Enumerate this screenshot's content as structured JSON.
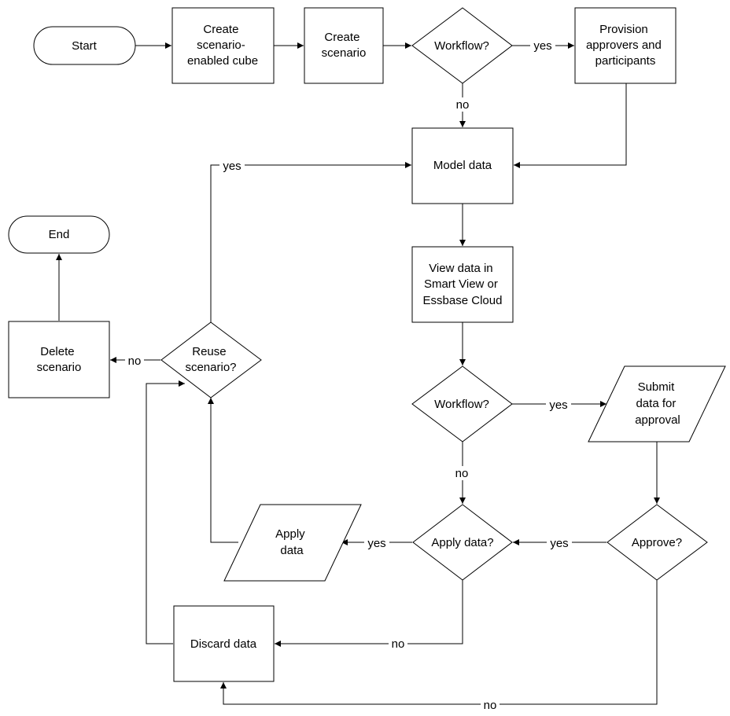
{
  "nodes": {
    "start": [
      "Start"
    ],
    "create_cube": [
      "Create",
      "scenario-",
      "enabled cube"
    ],
    "create_scenario": [
      "Create",
      "scenario"
    ],
    "workflow_1": [
      "Workflow?"
    ],
    "provision": [
      "Provision",
      "approvers and",
      "participants"
    ],
    "model_data": [
      "Model data"
    ],
    "view_data": [
      "View data in",
      "Smart View or",
      "Essbase Cloud"
    ],
    "workflow_2": [
      "Workflow?"
    ],
    "submit": [
      "Submit",
      "data for",
      "approval"
    ],
    "approve": [
      "Approve?"
    ],
    "apply_q": [
      "Apply data?"
    ],
    "apply": [
      "Apply",
      "data"
    ],
    "discard": [
      "Discard data"
    ],
    "reuse": [
      "Reuse",
      "scenario?"
    ],
    "delete": [
      "Delete",
      "scenario"
    ],
    "end": [
      "End"
    ]
  },
  "edge_labels": {
    "wf1_yes": "yes",
    "wf1_no": "no",
    "reuse_yes": "yes",
    "reuse_no": "no",
    "wf2_yes": "yes",
    "wf2_no": "no",
    "approve_yes": "yes",
    "apply_yes": "yes",
    "apply_no": "no",
    "approve_no": "no"
  }
}
